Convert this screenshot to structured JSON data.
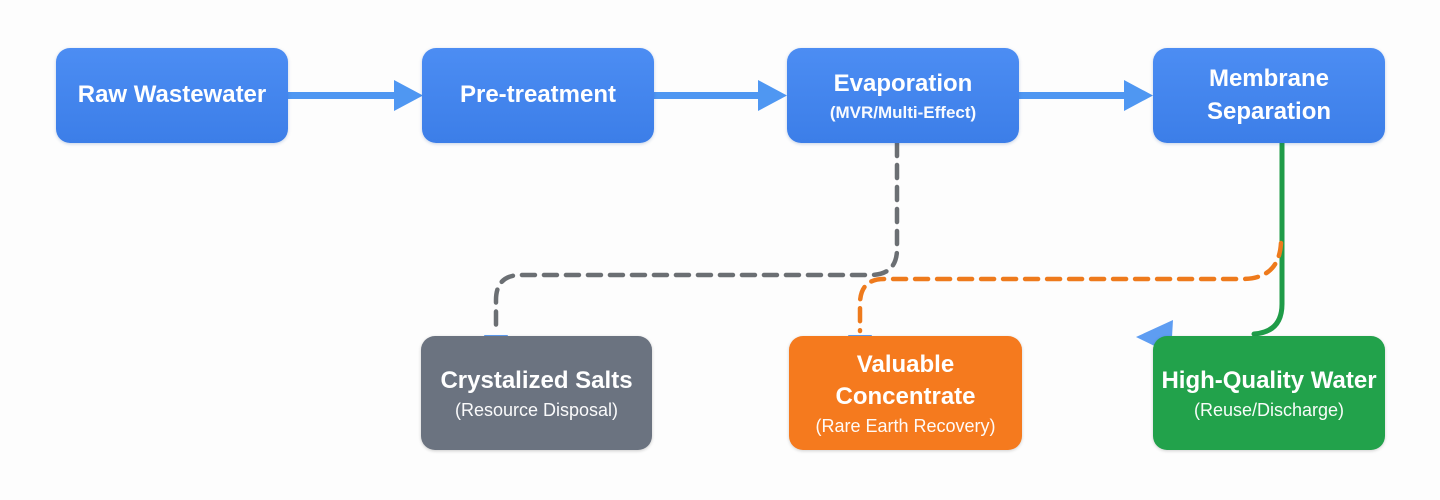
{
  "diagram": {
    "type": "flowchart",
    "top_row": [
      {
        "id": "raw-wastewater",
        "title": "Raw Wastewater",
        "subtitle": ""
      },
      {
        "id": "pre-treatment",
        "title": "Pre-treatment",
        "subtitle": ""
      },
      {
        "id": "evaporation",
        "title": "Evaporation",
        "subtitle": "(MVR/Multi-Effect)"
      },
      {
        "id": "membrane-separation",
        "title": "Membrane Separation",
        "subtitle": ""
      }
    ],
    "bottom_row": [
      {
        "id": "crystalized-salts",
        "title": "Crystalized Salts",
        "subtitle": "(Resource Disposal)"
      },
      {
        "id": "valuable-concentrate",
        "title": "Valuable Concentrate",
        "subtitle": "(Rare Earth Recovery)"
      },
      {
        "id": "high-quality-water",
        "title": "High-Quality Water",
        "subtitle": "(Reuse/Discharge)"
      }
    ],
    "edges": [
      {
        "from": "Raw Wastewater",
        "to": "Pre-treatment",
        "style": "solid-blue-arrow"
      },
      {
        "from": "Pre-treatment",
        "to": "Evaporation",
        "style": "solid-blue-arrow"
      },
      {
        "from": "Evaporation",
        "to": "Membrane Separation",
        "style": "solid-blue-arrow"
      },
      {
        "from": "Evaporation",
        "to": "Crystalized Salts",
        "style": "dashed-gray"
      },
      {
        "from": "Membrane Separation",
        "to": "Valuable Concentrate",
        "style": "dashed-orange"
      },
      {
        "from": "Membrane Separation",
        "to": "High-Quality Water",
        "style": "solid-green"
      }
    ]
  },
  "colors": {
    "background": "#fdfdfd",
    "process_box_top": "#4c8df3",
    "process_box_bottom": "#3c7ee8",
    "flow_arrow": "#4f97f2",
    "salts_box": "#6b7380",
    "concentrate_box": "#f57a1e",
    "water_box": "#22a24b",
    "salts_connector": "#6b6f73",
    "concentrate_connector": "#ee7a1c",
    "water_connector": "#1f9c48",
    "connector_arrowhead": "#5e9df2"
  }
}
